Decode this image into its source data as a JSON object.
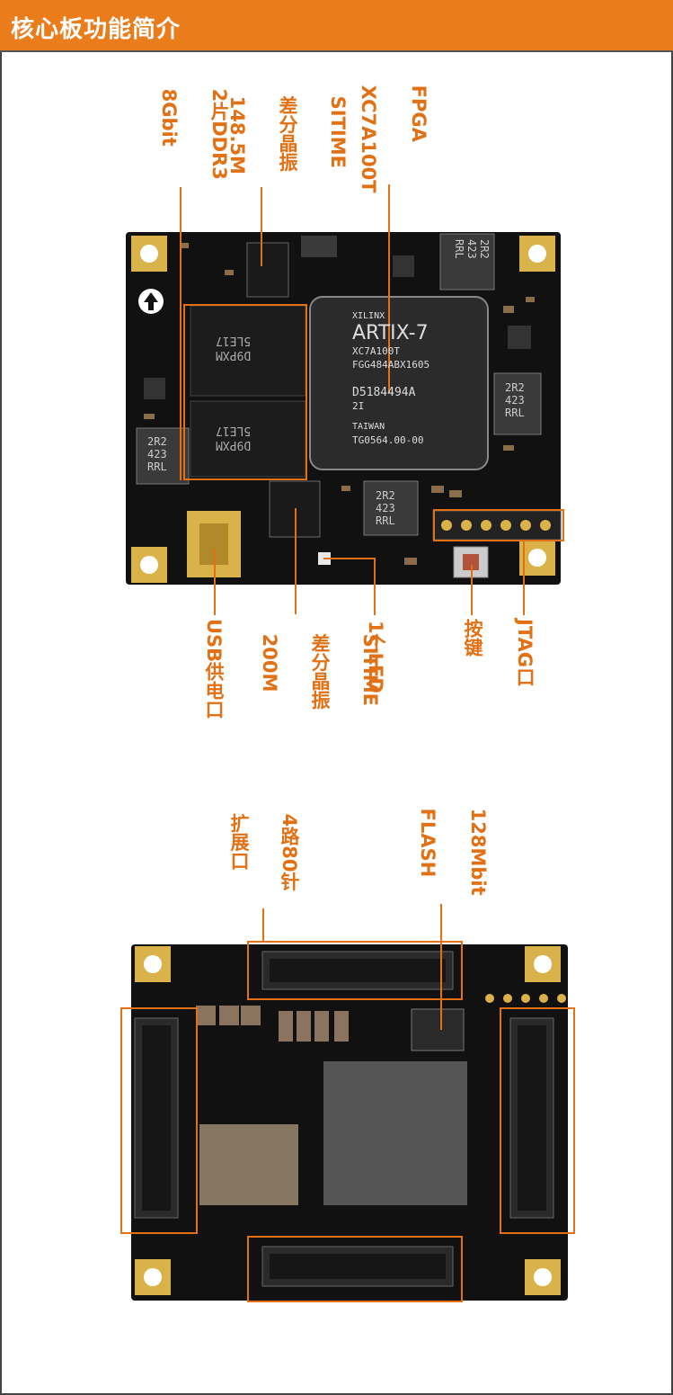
{
  "header": {
    "title": "核心板功能简介"
  },
  "colors": {
    "accent": "#ea7c1c",
    "label": "#e27014",
    "pcb": "#111111",
    "gold": "#d9b24a"
  },
  "top_board": {
    "labels": {
      "ddr": [
        "2片DDR3",
        "8Gbit"
      ],
      "osc1": [
        "SITIME",
        "差分晶振",
        "148.5M"
      ],
      "fpga": [
        "FPGA",
        "XC7A100T"
      ],
      "usb": "USB供电口",
      "osc2": [
        "SITIME",
        "差分晶振",
        "200M"
      ],
      "led": "1个LED",
      "key": "按键",
      "jtag": "JTAG口"
    },
    "chip": {
      "brand": "XILINX",
      "family": "ARTIX-7",
      "part": "XC7A100T",
      "package": "FGG484ABX1605",
      "lot": "D5184494A",
      "rev": "2I",
      "origin": "TAIWAN",
      "code": "TG0564.00-00"
    },
    "inductor_text": "2R2\n423\nRRL",
    "mem_text": "D9PXM\n5LE17"
  },
  "bottom_board": {
    "labels": {
      "expansion": [
        "4路80针",
        "扩展口"
      ],
      "flash": [
        "128Mbit",
        "FLASH"
      ]
    }
  }
}
